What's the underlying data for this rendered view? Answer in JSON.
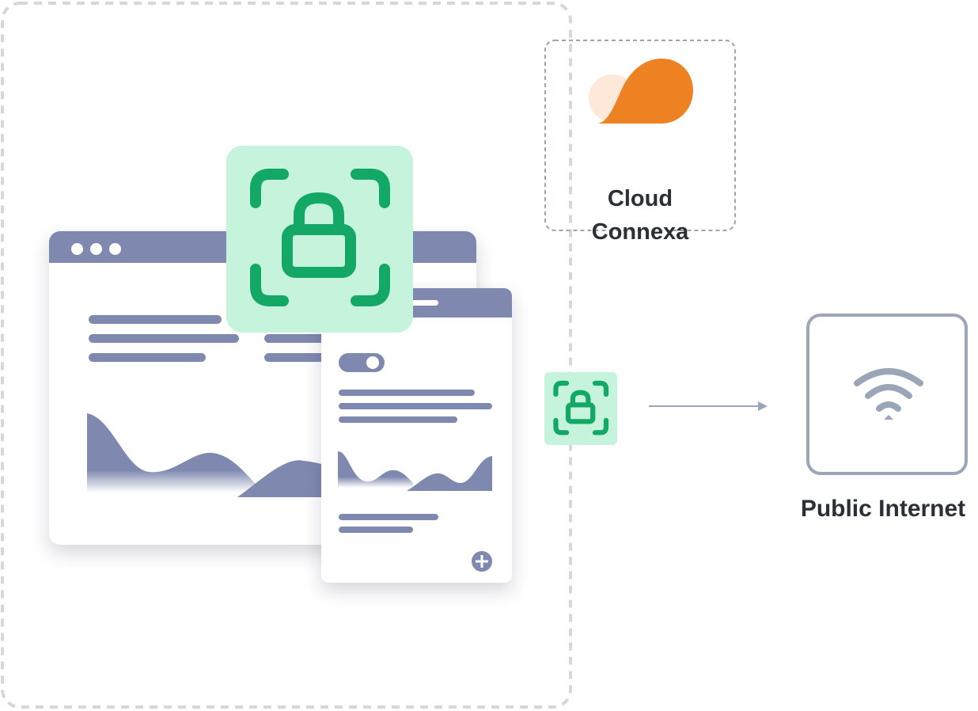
{
  "cloud_connexa": {
    "label_line1": "Cloud",
    "label_line2": "Connexa"
  },
  "public_internet": {
    "label": "Public Internet"
  },
  "icons": {
    "security": "lock-scan-icon",
    "cloud": "cloud-connexa-logo-icon",
    "internet": "wifi-icon",
    "add": "plus-circle-icon"
  },
  "colors": {
    "lock_green": "#14a866",
    "lock_bg": "#c6f3dc",
    "ui_slate": "#7f89b0",
    "brand_orange": "#ee8122",
    "boundary_gray": "#d4d7dc",
    "text_dark": "#2b2f36"
  }
}
